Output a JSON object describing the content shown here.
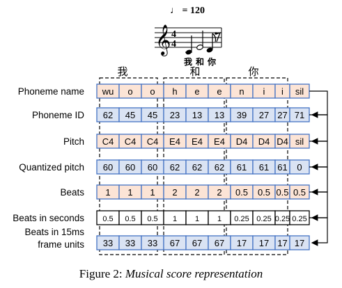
{
  "score": {
    "tempo": "♩ = 120",
    "time_sig_top": "4",
    "time_sig_bottom": "4",
    "lyrics": [
      "我",
      "和",
      "你"
    ]
  },
  "groups": [
    "我",
    "和",
    "你"
  ],
  "rows": [
    {
      "label": "Phoneme name",
      "style": "peach",
      "cells": [
        "wu",
        "o",
        "o",
        "h",
        "e",
        "e",
        "n",
        "i",
        "i",
        "sil"
      ]
    },
    {
      "label": "Phoneme ID",
      "style": "blue",
      "cells": [
        "62",
        "45",
        "45",
        "23",
        "13",
        "13",
        "39",
        "27",
        "27",
        "71"
      ]
    },
    {
      "label": "Pitch",
      "style": "peach",
      "cells": [
        "C4",
        "C4",
        "C4",
        "E4",
        "E4",
        "E4",
        "D4",
        "D4",
        "D4",
        "sil"
      ]
    },
    {
      "label": "Quantized pitch",
      "style": "blue",
      "cells": [
        "60",
        "60",
        "60",
        "62",
        "62",
        "62",
        "61",
        "61",
        "61",
        "0"
      ]
    },
    {
      "label": "Beats",
      "style": "peach",
      "cells": [
        "1",
        "1",
        "1",
        "2",
        "2",
        "2",
        "0.5",
        "0.5",
        "0.5",
        "0.5"
      ]
    },
    {
      "label": "Beats in seconds",
      "style": "white",
      "cells": [
        "0.5",
        "0.5",
        "0.5",
        "1",
        "1",
        "1",
        "0.25",
        "0.25",
        "0.25",
        "0.25"
      ]
    },
    {
      "label": "Beats in 15ms\nframe units",
      "style": "blue",
      "cells": [
        "33",
        "33",
        "33",
        "67",
        "67",
        "67",
        "17",
        "17",
        "17",
        "17"
      ]
    }
  ],
  "colors": {
    "peach_fill": "#fce4d6",
    "blue_fill": "#dae3f3",
    "white_fill": "#ffffff",
    "cell_border": "#4472c4",
    "white_border": "#000000"
  },
  "caption": {
    "prefix": "Figure 2: ",
    "title": "Musical score representation"
  }
}
